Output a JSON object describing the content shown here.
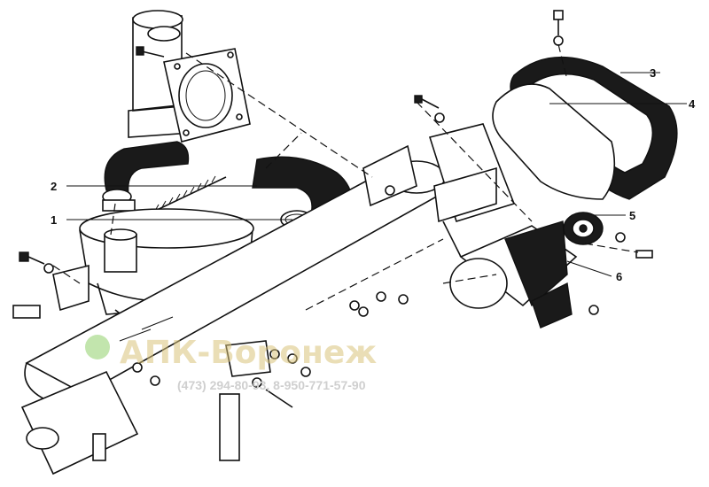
{
  "callouts": [
    {
      "number": "1"
    },
    {
      "number": "2"
    },
    {
      "number": "3"
    },
    {
      "number": "4"
    },
    {
      "number": "5"
    },
    {
      "number": "6"
    }
  ],
  "watermark": {
    "brand": "АПК-Воронеж",
    "phones": "(473) 294-80-93, 8-950-771-57-90",
    "color": "#d9c27a"
  },
  "colors": {
    "line": "#111111",
    "background": "#ffffff"
  }
}
